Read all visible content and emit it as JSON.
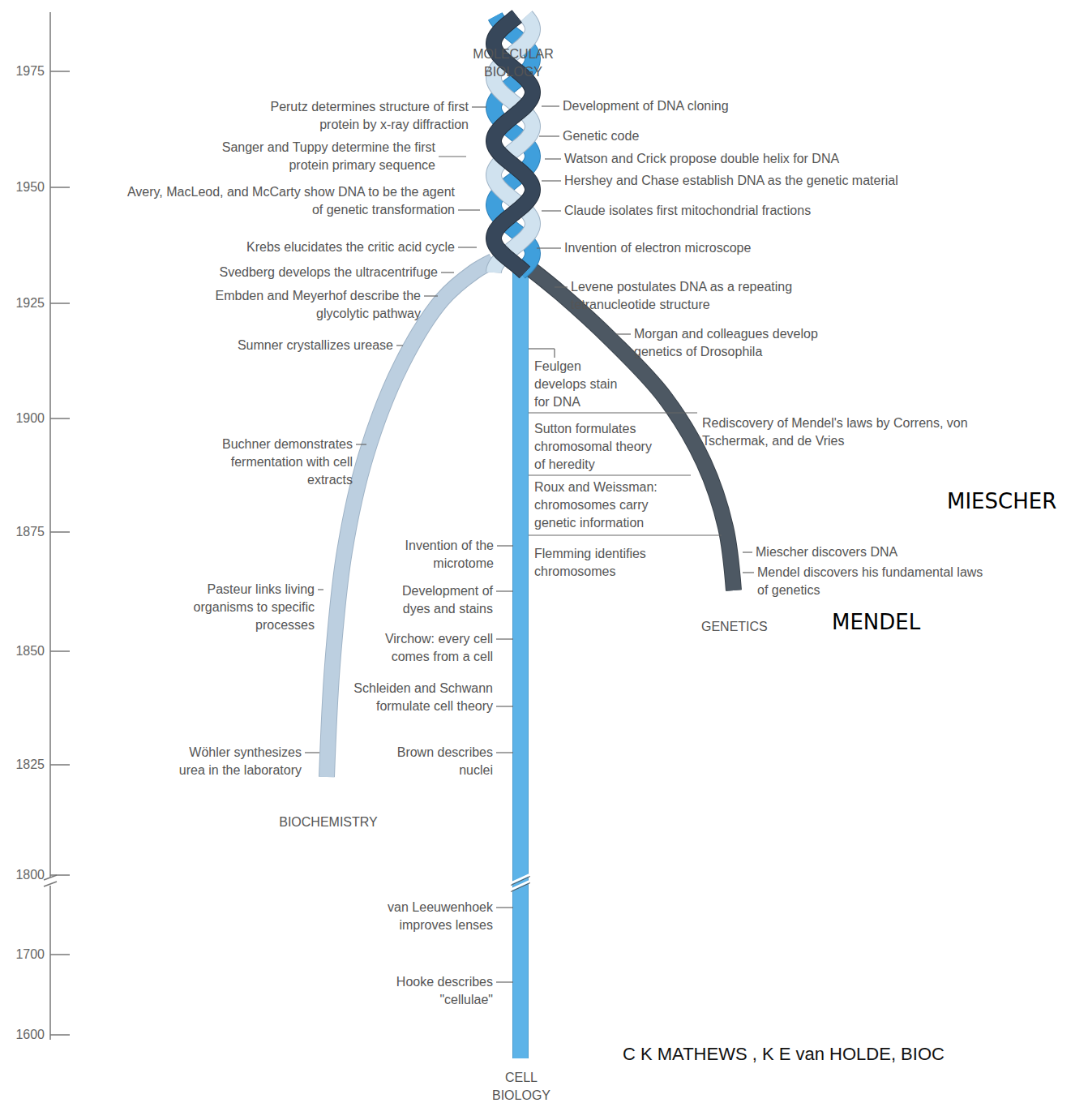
{
  "diagram": {
    "caption": "C K MATHEWS , K E van HOLDE, BIOC",
    "labels": [
      "1975",
      "1950",
      "1925",
      "1900",
      "1875",
      "1850",
      "1825",
      "1800",
      "1700",
      "1600",
      "MOLECULAR BIOLOGY",
      "Perutz determines structure of first protein by x-ray diffraction",
      "Development of DNA cloning",
      "Genetic code",
      "Sanger and Tuppy determine the first protein primary sequence",
      "Watson and Crick propose double helix for DNA",
      "Hershey and Chase establish DNA as the genetic material",
      "Avery, MacLeod, and McCarty show DNA to be the agent of genetic transformation",
      "Claude isolates first mitochondrial fractions",
      "Krebs elucidates the critic acid cycle",
      "Invention of electron microscope",
      "Svedberg develops the ultracentrifuge",
      "Embden and Meyerhof describe the glycolytic pathway",
      "Levene postulates DNA as a repeating tetranucleotide structure",
      "Morgan and colleagues develop genetics of Drosophila",
      "Sumner crystallizes urease",
      "Feulgen develops stain for DNA",
      "Sutton formulates chromosomal theory of heredity",
      "Rediscovery of Mendel's laws by Correns, von Tschermak, and de Vries",
      "Buchner demonstrates fermentation with cell extracts",
      "Roux and Weissman: chromosomes carry genetic information",
      "MIESCHER",
      "Invention of the microtome",
      "Flemming identifies chromosomes",
      "Miescher discovers DNA",
      "Mendel discovers his fundamental laws of genetics",
      "Pasteur links living organisms to specific processes",
      "Development of dyes and stains",
      "GENETICS",
      "MENDEL",
      "Virchow: every cell comes from a cell",
      "Schleiden and Schwann formulate cell theory",
      "Wöhler synthesizes urea in the laboratory",
      "Brown describes nuclei",
      "BIOCHEMISTRY",
      "van Leeuwenhoek improves lenses",
      "Hooke describes \"cellulae\"",
      "CELL BIOLOGY"
    ]
  }
}
